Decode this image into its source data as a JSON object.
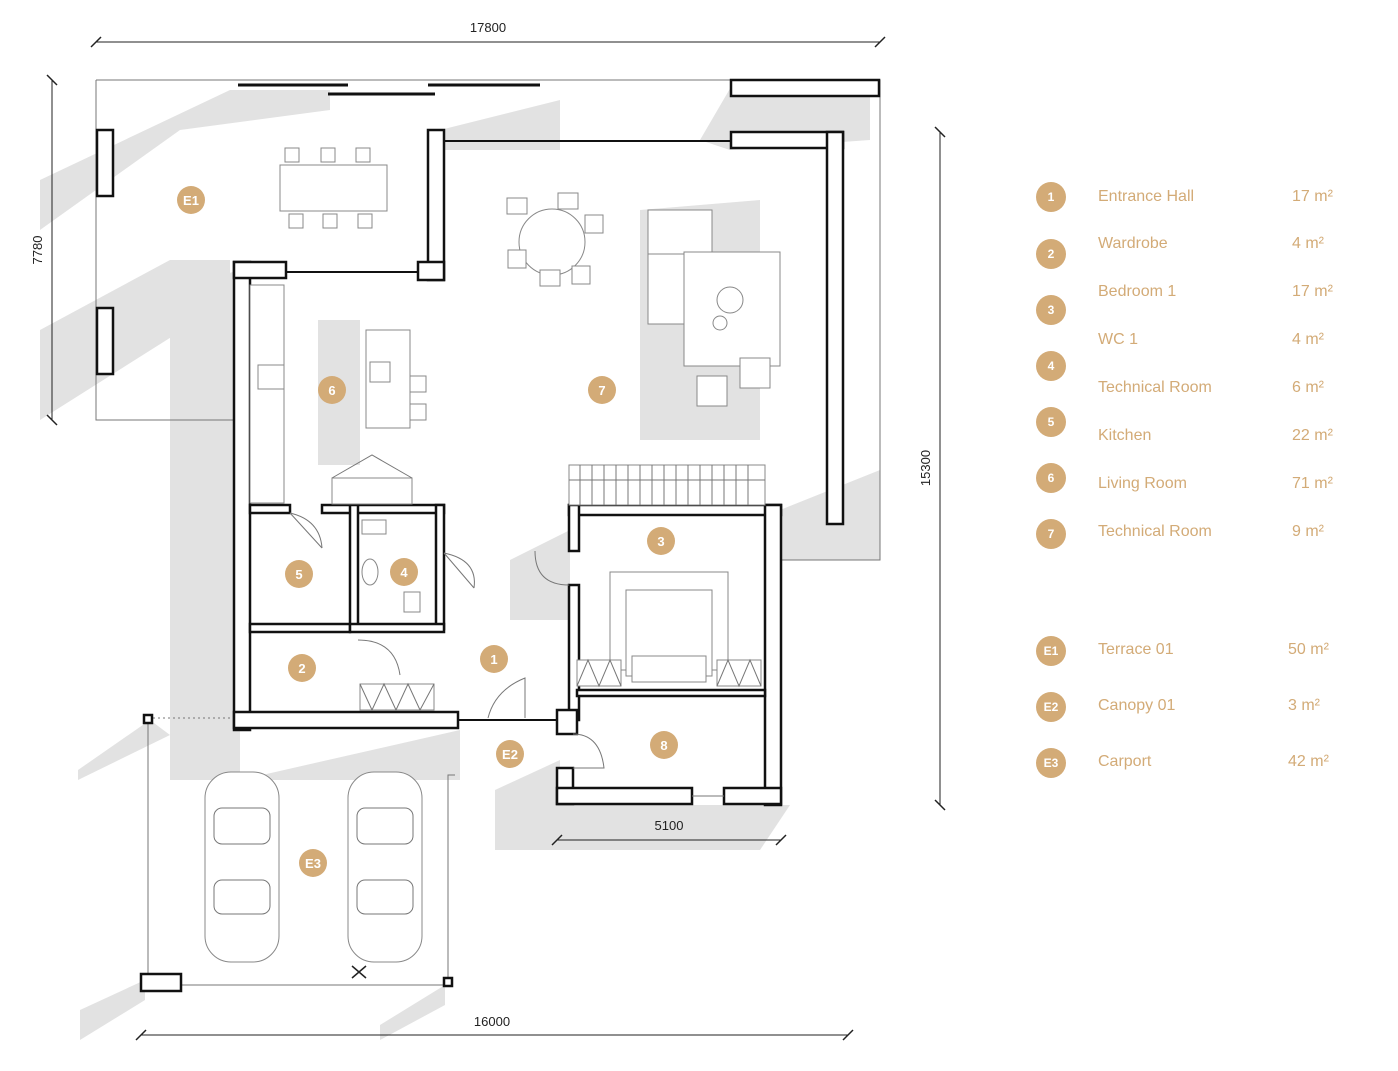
{
  "dimensions": {
    "top": "17800",
    "left": "7780",
    "right": "15300",
    "middle": "5100",
    "bottom": "16000"
  },
  "plan_labels": {
    "r1": "1",
    "r2": "2",
    "r3": "3",
    "r4": "4",
    "r5": "5",
    "r6": "6",
    "r7": "7",
    "r8": "8",
    "e1": "E1",
    "e2": "E2",
    "e3": "E3"
  },
  "legend": {
    "rooms": [
      {
        "num": "1",
        "name": "Entrance Hall",
        "area": "17 m²"
      },
      {
        "num": "2",
        "name": "Wardrobe",
        "area": "4 m²"
      },
      {
        "num": "3",
        "name": "Bedroom 1",
        "area": "17 m²"
      },
      {
        "num": "4",
        "name": "WC 1",
        "area": "4 m²"
      },
      {
        "num": "5",
        "name": "Technical Room",
        "area": "6 m²"
      },
      {
        "num": "6",
        "name": "Kitchen",
        "area": "22 m²"
      },
      {
        "num": "7",
        "name": "Living Room",
        "area": "71 m²"
      },
      {
        "num": "",
        "name": "Technical Room",
        "area": "9 m²"
      }
    ],
    "exterior": [
      {
        "num": "E1",
        "name": "Terrace 01",
        "area": "50 m²"
      },
      {
        "num": "E2",
        "name": "Canopy 01",
        "area": "3 m²"
      },
      {
        "num": "E3",
        "name": "Carport",
        "area": "42 m²"
      }
    ]
  },
  "colors": {
    "accent": "#d3ab77",
    "wall": "#111111",
    "shadow": "#e2e2e2"
  }
}
